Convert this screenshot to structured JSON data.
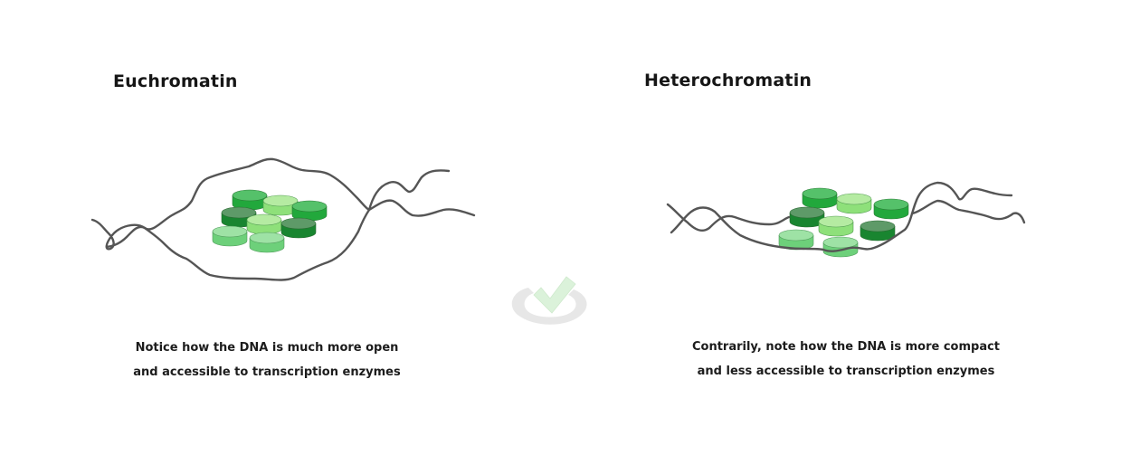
{
  "panels": [
    {
      "title": "Euchromatin",
      "caption_lines": [
        "Notice how the DNA is much more open",
        "and accessible to transcription enzymes"
      ]
    },
    {
      "title": "Heterochromatin",
      "caption_lines": [
        "Contrarily, note how the DNA is more compact",
        "and less accessible to transcription enzymes"
      ]
    }
  ],
  "watermark": {
    "icon": "checkmark-logo-icon"
  },
  "colors": {
    "dna_strand": "#555555",
    "histone_dark": "#1f8a35",
    "histone_mid": "#2fae45",
    "histone_light": "#7cd67a",
    "histone_pale": "#a8e69a",
    "background": "#ffffff"
  }
}
